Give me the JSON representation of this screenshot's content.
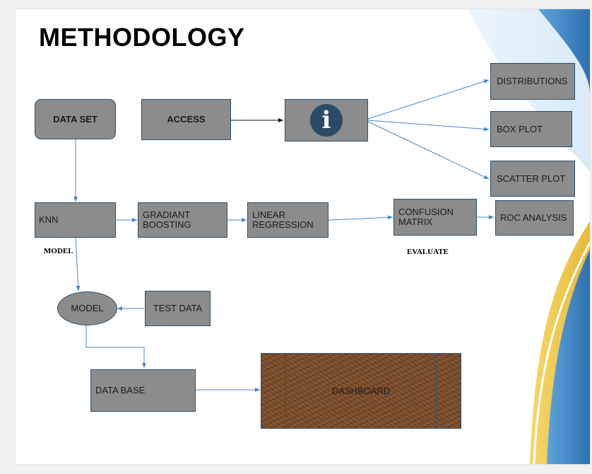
{
  "title": "METHODOLOGY",
  "nodes": {
    "data_set": "DATA SET",
    "access": "ACCESS",
    "distributions": "DISTRIBUTIONS",
    "box_plot": "BOX PLOT",
    "scatter_plot": "SCATTER PLOT",
    "knn": "KNN",
    "gradiant_boosting": "GRADIANT BOOSTING",
    "linear_regression": "LINEAR REGRESSION",
    "confusion_matrix": "CONFUSION MATRIX",
    "roc_analysis": "ROC ANALYSIS",
    "model_ellipse": "MODEL",
    "test_data": "TEST DATA",
    "data_base": "DATA BASE",
    "dashboard": "DASHBOARD"
  },
  "labels": {
    "model": "MODEL",
    "evaluate": "EVALUATE"
  },
  "icons": {
    "info": "info-icon"
  },
  "colors": {
    "box_fill": "#8c8c8c",
    "box_border": "#2f4f6a",
    "arrow": "#4a86c6",
    "dashboard": "#7a4a26",
    "swoosh": "#3f88c5"
  }
}
